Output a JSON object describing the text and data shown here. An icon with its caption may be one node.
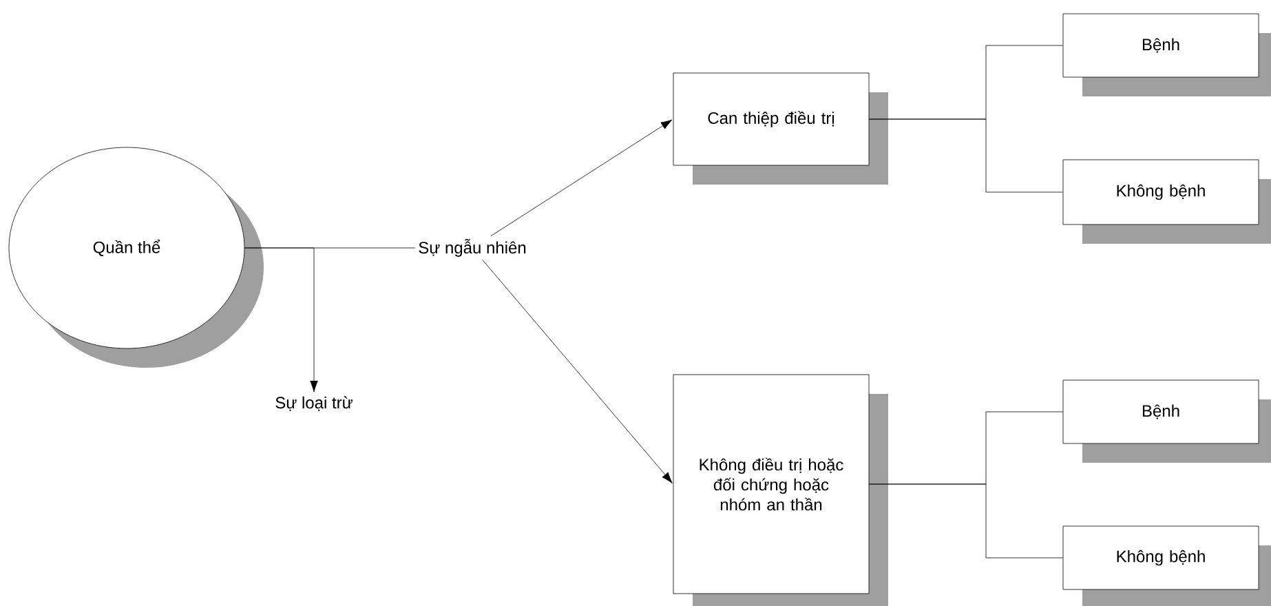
{
  "diagram": {
    "nodes": [
      {
        "text": [
          "Quần thể"
        ]
      },
      {
        "text": [
          "Sự ngẫu nhiên"
        ]
      },
      {
        "text": [
          "Sự loại trừ"
        ]
      },
      {
        "text": [
          "Can thiệp điều trị"
        ]
      },
      {
        "text": [
          "Bệnh"
        ]
      },
      {
        "text": [
          "Không bệnh"
        ]
      },
      {
        "text": [
          "Không điều trị hoặc đối chứng hoặc nhóm an thần"
        ]
      },
      {
        "text": [
          "Bệnh"
        ]
      },
      {
        "text": [
          "Không bệnh"
        ]
      }
    ],
    "edges": [
      {
        "from": 0,
        "to": 1,
        "arrow": "none"
      },
      {
        "from": 0,
        "to": 2,
        "arrow": "to"
      },
      {
        "from": 1,
        "to": 3,
        "arrow": "to"
      },
      {
        "from": 1,
        "to": 6,
        "arrow": "to"
      },
      {
        "from": 3,
        "to": 4,
        "arrow": "none"
      },
      {
        "from": 3,
        "to": 5,
        "arrow": "none"
      },
      {
        "from": 6,
        "to": 7,
        "arrow": "none"
      },
      {
        "from": 6,
        "to": 8,
        "arrow": "none"
      }
    ]
  }
}
